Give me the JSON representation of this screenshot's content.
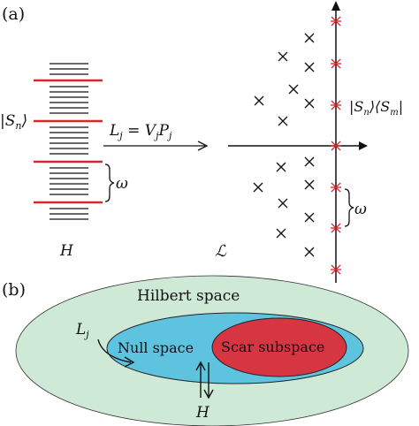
{
  "panel_a": {
    "label": "(a)",
    "left_spectrum": {
      "state_label": "|S",
      "state_sub": "n",
      "state_close": "⟩",
      "omega_label": "ω",
      "bottom_label": "H"
    },
    "arrow": {
      "label_L": "L",
      "label_j": "j",
      "label_eq": " = V",
      "label_j2": "j",
      "label_P": "P",
      "label_j3": "j"
    },
    "right_plane": {
      "ket_label": "|S",
      "ket_sub": "n",
      "ket_mid": "⟩⟨S",
      "ket_sub2": "m",
      "ket_close": "|",
      "omega_label": "ω",
      "bottom_label": "ℒ"
    }
  },
  "panel_b": {
    "label": "(b)",
    "outer_label": "Hilbert space",
    "middle_label": "Null space",
    "inner_label": "Scar subspace",
    "lj_label": "L",
    "lj_sub": "j",
    "h_label": "H"
  },
  "colors": {
    "red": "#d8262b",
    "outer_fill": "#cfe9d7",
    "middle_fill": "#5ec3df",
    "inner_fill": "#d63542",
    "black": "#111111"
  }
}
